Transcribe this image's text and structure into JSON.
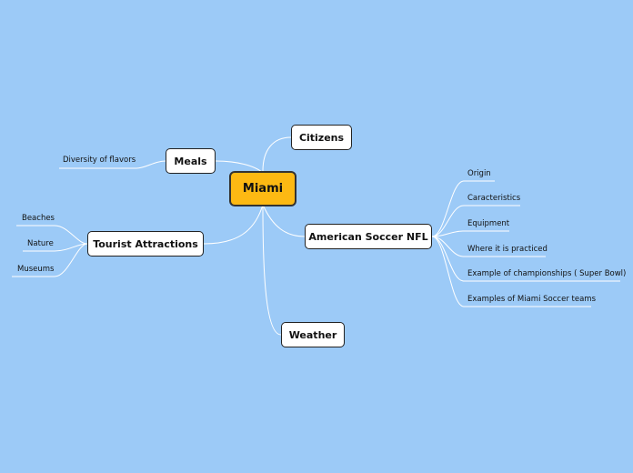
{
  "mindmap": {
    "root": "Miami",
    "branches": {
      "citizens": "Citizens",
      "meals": "Meals",
      "tourist": "Tourist Attractions",
      "soccer": "American Soccer NFL",
      "weather": "Weather"
    },
    "meals_children": [
      "Diversity of flavors"
    ],
    "tourist_children": [
      "Beaches",
      "Nature",
      "Museums"
    ],
    "soccer_children": [
      "Origin",
      "Caracteristics",
      "Equipment",
      "Where it is practiced",
      "Example of championships ( Super Bowl)",
      "Examples of Miami Soccer teams"
    ]
  },
  "colors": {
    "background": "#9ccaf7",
    "root_fill": "#fdb913",
    "node_fill": "#ffffff",
    "connector": "#ffffff"
  }
}
